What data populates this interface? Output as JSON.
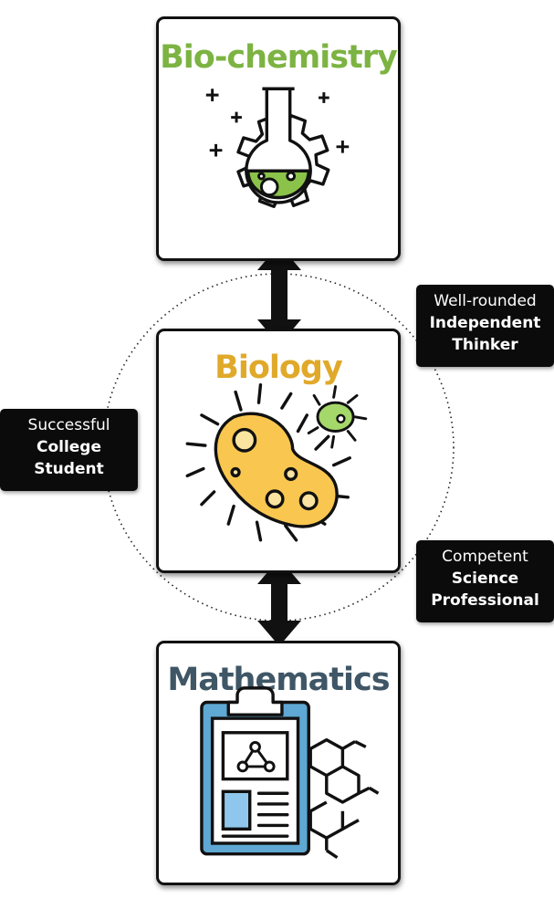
{
  "cards": {
    "biochemistry": {
      "title": "Bio-chemistry",
      "color": "#7cb342",
      "icon": "flask-gear-icon"
    },
    "biology": {
      "title": "Biology",
      "color": "#e0a92a",
      "icon": "bacteria-icon"
    },
    "mathematics": {
      "title": "Mathematics",
      "color": "#3f5666",
      "icon": "clipboard-molecule-icon"
    }
  },
  "tags": {
    "college_student": {
      "line1": "Successful",
      "line2": "College",
      "line3": "Student"
    },
    "independent_thinker": {
      "line1": "Well-rounded",
      "line2": "Independent",
      "line3": "Thinker"
    },
    "science_professional": {
      "line1": "Competent",
      "line2": "Science",
      "line3": "Professional"
    }
  },
  "colors": {
    "arrow": "#111111",
    "tag_background": "#0b0b0b",
    "flask_fill": "#8bc34a",
    "bacteria_fill": "#f9c74f",
    "clipboard_blue": "#5fa8d3"
  }
}
